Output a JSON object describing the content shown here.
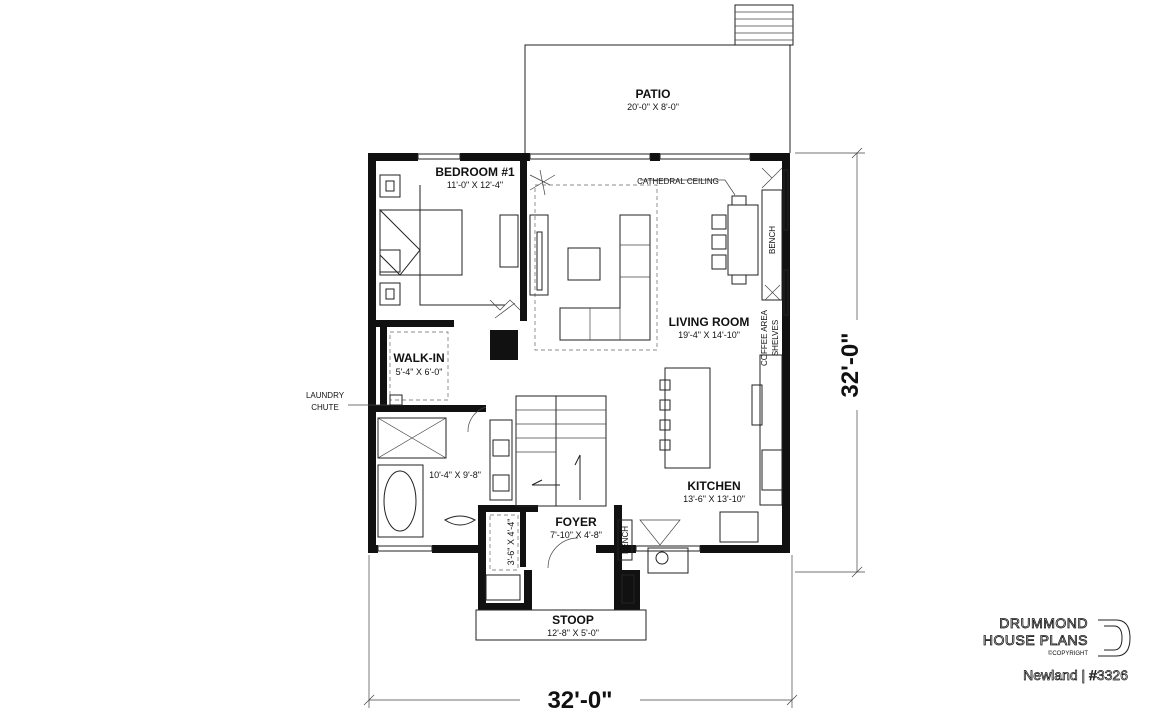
{
  "rooms": {
    "patio": {
      "name": "PATIO",
      "dims": "20'-0\" X 8'-0\""
    },
    "bedroom": {
      "name": "BEDROOM #1",
      "dims": "11'-0\" X 12'-4\""
    },
    "living": {
      "name": "LIVING ROOM",
      "dims": "19'-4\" X 14'-10\""
    },
    "walkin": {
      "name": "WALK-IN",
      "dims": "5'-4\" X 6'-0\""
    },
    "bathroom": {
      "dims": "10'-4\" X 9'-8\""
    },
    "kitchen": {
      "name": "KITCHEN",
      "dims": "13'-6\" X 13'-10\""
    },
    "foyer": {
      "name": "FOYER",
      "dims": "7'-10\" X 4'-8\""
    },
    "closet": {
      "dims": "3'-6\" X 4'-4\""
    },
    "stoop": {
      "name": "STOOP",
      "dims": "12'-8\" X 5'-0\""
    }
  },
  "notes": {
    "cathedral_ceiling": "CATHEDRAL CEILING",
    "laundry_chute_line1": "LAUNDRY",
    "laundry_chute_line2": "CHUTE",
    "bench_right": "BENCH",
    "bench_foyer": "BENCH",
    "coffee_area": "COFFEE AREA",
    "shelves": "SHELVES"
  },
  "dimensions": {
    "width": "32'-0\"",
    "depth": "32'-0\""
  },
  "branding": {
    "line1": "DRUMMOND",
    "line2": "HOUSE PLANS",
    "copyright": "©COPYRIGHT",
    "plan_name": "Newland | #3326"
  }
}
